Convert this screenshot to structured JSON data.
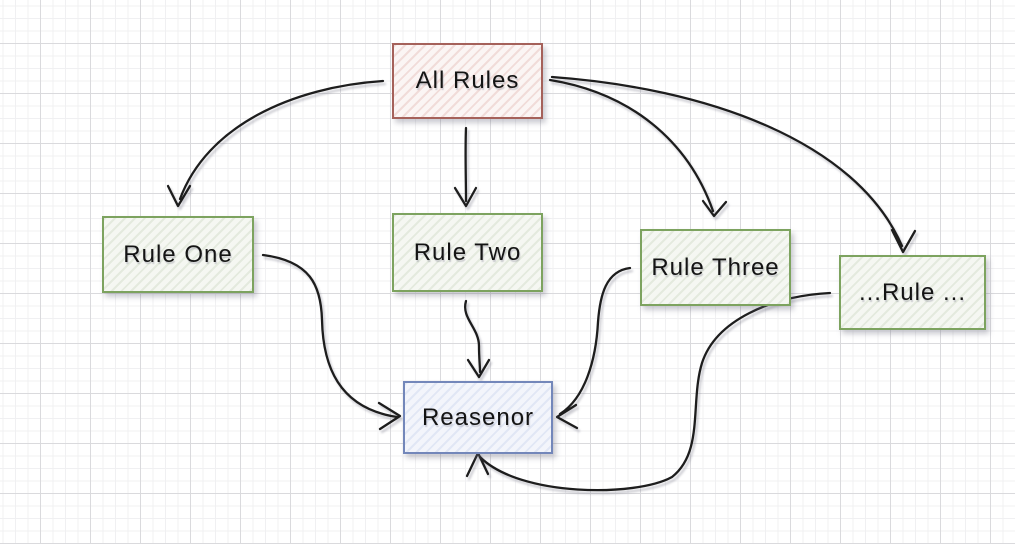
{
  "diagram": {
    "style": "hand-drawn-whiteboard",
    "colors": {
      "root_node_border": "#a5615a",
      "rule_node_border": "#7da35f",
      "reasoner_node_border": "#7387ba",
      "arrow_stroke": "#1d1d1d",
      "grid_major": "#dadadd",
      "grid_minor": "#f0f0f2"
    },
    "nodes": [
      {
        "id": "all-rules",
        "label": "All Rules"
      },
      {
        "id": "rule-one",
        "label": "Rule One"
      },
      {
        "id": "rule-two",
        "label": "Rule Two"
      },
      {
        "id": "rule-three",
        "label": "Rule Three"
      },
      {
        "id": "rule-more",
        "label": "...Rule ..."
      },
      {
        "id": "reasoner",
        "label": "Reasenor"
      }
    ],
    "edges": [
      {
        "from": "All Rules",
        "to": "Rule One"
      },
      {
        "from": "All Rules",
        "to": "Rule Two"
      },
      {
        "from": "All Rules",
        "to": "Rule Three"
      },
      {
        "from": "All Rules",
        "to": "...Rule ..."
      },
      {
        "from": "Rule One",
        "to": "Reasenor"
      },
      {
        "from": "Rule Two",
        "to": "Reasenor"
      },
      {
        "from": "Rule Three",
        "to": "Reasenor"
      },
      {
        "from": "...Rule ...",
        "to": "Reasenor"
      }
    ]
  }
}
